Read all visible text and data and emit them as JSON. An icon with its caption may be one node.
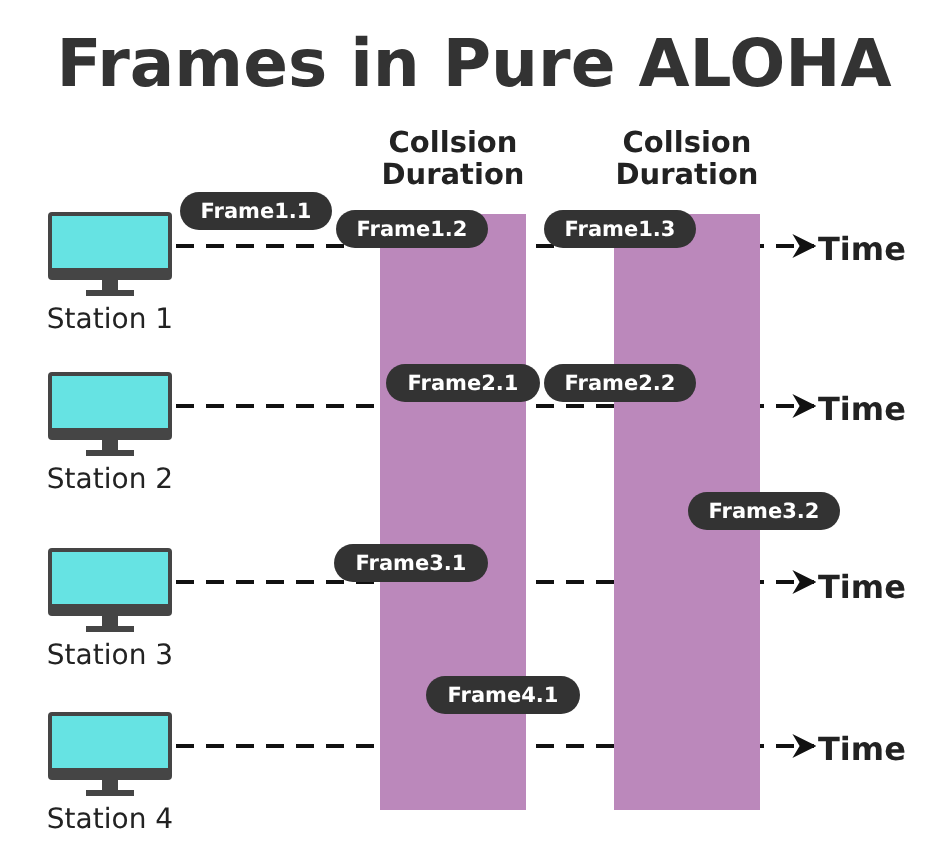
{
  "diagram": {
    "title": "Frames in Pure ALOHA",
    "nodes": [
      {
        "text": [
          "Frame1.1"
        ]
      },
      {
        "text": [
          "Frame1.2"
        ]
      },
      {
        "text": [
          "Frame1.3"
        ]
      },
      {
        "text": [
          "Station 1"
        ]
      },
      {
        "text": [
          "Time"
        ]
      },
      {
        "text": [
          "Frame2.1"
        ]
      },
      {
        "text": [
          "Frame2.2"
        ]
      },
      {
        "text": [
          "Station 2"
        ]
      },
      {
        "text": [
          "Time"
        ]
      },
      {
        "text": [
          "Frame3.2"
        ]
      },
      {
        "text": [
          "Frame3.1"
        ]
      },
      {
        "text": [
          "Station 3"
        ]
      },
      {
        "text": [
          "Time"
        ]
      },
      {
        "text": [
          "Frame4.1"
        ]
      },
      {
        "text": [
          "Station 4"
        ]
      },
      {
        "text": [
          "Time"
        ]
      }
    ],
    "edges": [
      {
        "from": 3,
        "to": 4,
        "arrow": "to",
        "style": "dashed"
      },
      {
        "from": 7,
        "to": 8,
        "arrow": "to",
        "style": "dashed"
      },
      {
        "from": 11,
        "to": 12,
        "arrow": "to",
        "style": "dashed"
      },
      {
        "from": 14,
        "to": 15,
        "arrow": "to",
        "style": "dashed"
      }
    ],
    "labels": [
      "Collsion Duration",
      "Collsion Duration"
    ]
  }
}
